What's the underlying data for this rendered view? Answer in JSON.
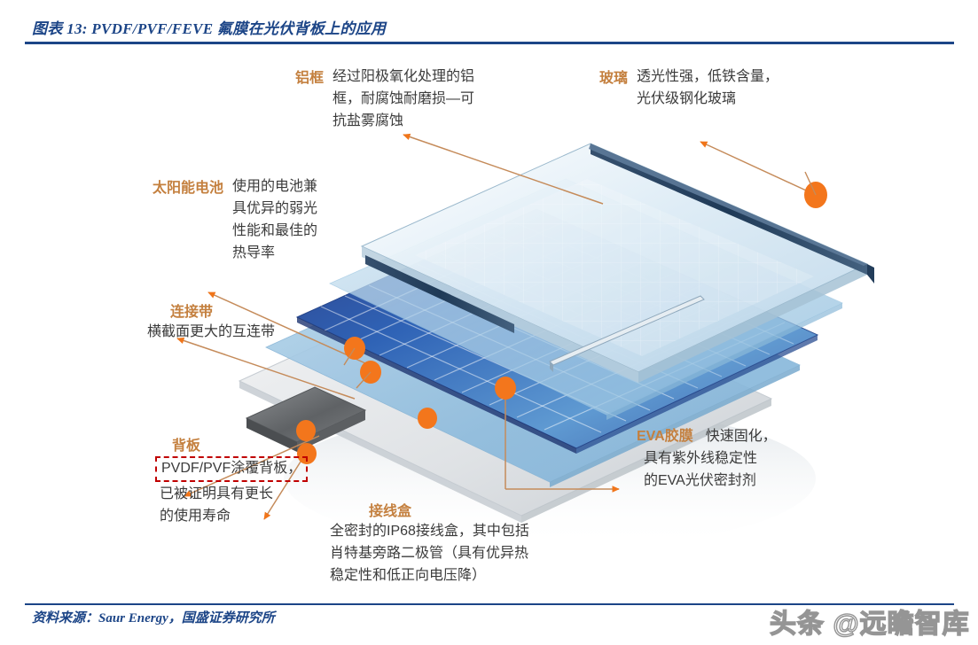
{
  "header": {
    "title": "图表 13: PVDF/PVF/FEVE 氟膜在光伏背板上的应用",
    "accent_color": "#1c4587"
  },
  "footer": {
    "source": "资料来源：Saur Energy，国盛证券研究所",
    "watermark": "头条 @远瞻智库"
  },
  "annotations": {
    "frame": {
      "label": "铝框",
      "text": "经过阳极氧化处理的铝\n框，耐腐蚀耐磨损—可\n抗盐雾腐蚀"
    },
    "glass": {
      "label": "玻璃",
      "text": "透光性强，低铁含量，\n光伏级钢化玻璃"
    },
    "cell": {
      "label": "太阳能电池",
      "text": "使用的电池兼\n具优异的弱光\n性能和最佳的\n热导率"
    },
    "ribbon": {
      "label": "连接带",
      "text": "横截面更大的互连带"
    },
    "backsheet": {
      "label": "背板",
      "highlight": "PVDF/PVF涂覆背板，",
      "text": "已被证明具有更长\n的使用寿命",
      "highlight_border_color": "#c00000"
    },
    "junction_box": {
      "label": "接线盒",
      "text": "全密封的IP68接线盒，其中包括\n肖特基旁路二极管（具有优异热\n稳定性和低正向电压降）"
    },
    "eva": {
      "label": "EVA胶膜",
      "text_inline": "快速固化，",
      "text": "具有紫外线稳定性\n的EVA光伏密封剂"
    }
  },
  "diagram": {
    "type": "exploded-solar-module",
    "label_color": "#c4803f",
    "arrow_color": "#c58b5a",
    "marker_color": "#f3761c",
    "layers": [
      {
        "name": "aluminium-frame",
        "color": "#2b4a6b"
      },
      {
        "name": "front-glass",
        "color": "#cfe1ee"
      },
      {
        "name": "front-eva",
        "color": "#bcd8e9"
      },
      {
        "name": "solar-cells",
        "color": "#2b5fb0"
      },
      {
        "name": "rear-eva",
        "color": "#9fc6e2"
      },
      {
        "name": "backsheet",
        "color": "#e8eaec"
      },
      {
        "name": "junction-box",
        "color": "#6e7073"
      }
    ]
  }
}
